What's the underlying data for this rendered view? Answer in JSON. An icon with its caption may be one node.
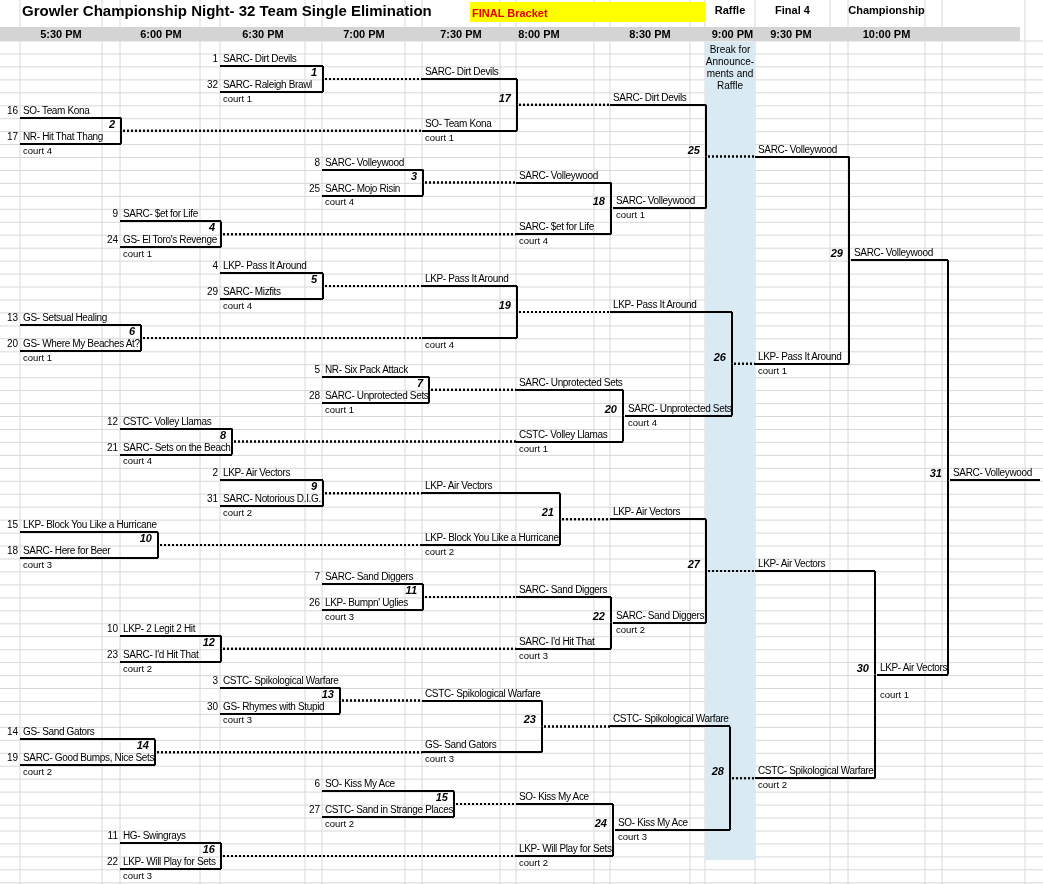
{
  "diagram": {
    "title": "Growler Championship Night- 32 Team Single Elimination",
    "nodes": [
      {
        "text": [
          "SARC- Dirt Devils"
        ],
        "beside": [
          "1"
        ]
      },
      {
        "text": [
          "SARC- Raleigh Brawl"
        ],
        "beside": [
          "32",
          "court 1"
        ]
      },
      {
        "text": [
          "SO- Team Kona"
        ],
        "beside": [
          "16"
        ]
      },
      {
        "text": [
          "NR- Hit That Thang"
        ],
        "beside": [
          "17",
          "court 4"
        ]
      },
      {
        "text": [
          "SARC- Volleywood"
        ],
        "beside": [
          "8"
        ]
      },
      {
        "text": [
          "SARC- Mojo Risin"
        ],
        "beside": [
          "25",
          "court 4"
        ]
      },
      {
        "text": [
          "SARC- $et for Life"
        ],
        "beside": [
          "9"
        ]
      },
      {
        "text": [
          "GS- El Toro's Revenge"
        ],
        "beside": [
          "24",
          "court 1"
        ]
      },
      {
        "text": [
          "LKP- Pass It Around"
        ],
        "beside": [
          "4"
        ]
      },
      {
        "text": [
          "SARC- Mizfits"
        ],
        "beside": [
          "29",
          "court 4"
        ]
      },
      {
        "text": [
          "GS- Setsual Healing"
        ],
        "beside": [
          "13"
        ]
      },
      {
        "text": [
          "GS- Where My Beaches At?"
        ],
        "beside": [
          "20",
          "court 1"
        ]
      },
      {
        "text": [
          "NR- Six Pack Attack"
        ],
        "beside": [
          "5"
        ]
      },
      {
        "text": [
          "SARC- Unprotected Sets"
        ],
        "beside": [
          "28",
          "court 1"
        ]
      },
      {
        "text": [
          "CSTC- Volley Llamas"
        ],
        "beside": [
          "12"
        ]
      },
      {
        "text": [
          "SARC- Sets on the Beach"
        ],
        "beside": [
          "21",
          "court 4"
        ]
      },
      {
        "text": [
          "LKP- Air Vectors"
        ],
        "beside": [
          "2"
        ]
      },
      {
        "text": [
          "SARC- Notorious D.I.G."
        ],
        "beside": [
          "31",
          "court 2"
        ]
      },
      {
        "text": [
          "LKP- Block You Like a Hurricane"
        ],
        "beside": [
          "15"
        ]
      },
      {
        "text": [
          "SARC- Here for Beer"
        ],
        "beside": [
          "18",
          "court 3"
        ]
      },
      {
        "text": [
          "SARC- Sand Diggers"
        ],
        "beside": [
          "7"
        ]
      },
      {
        "text": [
          "LKP- Bumpn' Uglies"
        ],
        "beside": [
          "26",
          "court 3"
        ]
      },
      {
        "text": [
          "LKP- 2 Legit 2 Hit"
        ],
        "beside": [
          "10"
        ]
      },
      {
        "text": [
          "SARC- I'd Hit That"
        ],
        "beside": [
          "23",
          "court 2"
        ]
      },
      {
        "text": [
          "CSTC- Spikological Warfare"
        ],
        "beside": [
          "3"
        ]
      },
      {
        "text": [
          "GS- Rhymes with Stupid"
        ],
        "beside": [
          "30",
          "court 3"
        ]
      },
      {
        "text": [
          "GS- Sand Gators"
        ],
        "beside": [
          "14"
        ]
      },
      {
        "text": [
          "SARC- Good Bumps, Nice Sets"
        ],
        "beside": [
          "19",
          "court 2"
        ]
      },
      {
        "text": [
          "SO- Kiss My Ace"
        ],
        "beside": [
          "6"
        ]
      },
      {
        "text": [
          "CSTC- Sand in Strange Places"
        ],
        "beside": [
          "27",
          "court 2"
        ]
      },
      {
        "text": [
          "HG- Swingrays"
        ],
        "beside": [
          "11"
        ]
      },
      {
        "text": [
          "LKP- Will Play for Sets"
        ],
        "beside": [
          "22",
          "court 3"
        ]
      },
      {
        "text": [
          "SARC- Dirt Devils"
        ]
      },
      {
        "text": [
          "SO- Team Kona"
        ],
        "beside": [
          "court 1"
        ]
      },
      {
        "text": [
          "SARC- Volleywood"
        ]
      },
      {
        "text": [
          "SARC- $et for Life"
        ],
        "beside": [
          "court 4"
        ]
      },
      {
        "text": [
          "LKP- Pass It Around"
        ]
      },
      {
        "text": [],
        "shape": "bar",
        "beside": [
          "court 4"
        ]
      },
      {
        "text": [
          "SARC- Unprotected Sets"
        ]
      },
      {
        "text": [
          "CSTC- Volley Llamas"
        ],
        "beside": [
          "court 1"
        ]
      },
      {
        "text": [
          "LKP- Air Vectors"
        ]
      },
      {
        "text": [
          "LKP- Block You Like a Hurricane"
        ],
        "beside": [
          "court 2"
        ]
      },
      {
        "text": [
          "SARC- Sand Diggers"
        ]
      },
      {
        "text": [
          "SARC- I'd Hit That"
        ],
        "beside": [
          "court 3"
        ]
      },
      {
        "text": [
          "CSTC- Spikological Warfare"
        ]
      },
      {
        "text": [
          "GS- Sand Gators"
        ],
        "beside": [
          "court 3"
        ]
      },
      {
        "text": [
          "SO- Kiss My Ace"
        ]
      },
      {
        "text": [
          "LKP- Will Play for Sets"
        ],
        "beside": [
          "court 2"
        ]
      },
      {
        "text": [
          "SARC- Dirt Devils"
        ]
      },
      {
        "text": [
          "SARC- Volleywood"
        ],
        "beside": [
          "court 1"
        ]
      },
      {
        "text": [
          "LKP- Pass It Around"
        ]
      },
      {
        "text": [
          "SARC- Unprotected Sets"
        ],
        "beside": [
          "court 4"
        ]
      },
      {
        "text": [
          "LKP- Air Vectors"
        ]
      },
      {
        "text": [
          "SARC- Sand Diggers"
        ],
        "beside": [
          "court 2"
        ]
      },
      {
        "text": [
          "CSTC- Spikological Warfare"
        ]
      },
      {
        "text": [
          "SO- Kiss My Ace"
        ],
        "beside": [
          "court 3"
        ]
      },
      {
        "text": [
          "SARC- Volleywood"
        ]
      },
      {
        "text": [
          "LKP- Pass It Around"
        ],
        "beside": [
          "court 1"
        ]
      },
      {
        "text": [
          "LKP- Air Vectors"
        ]
      },
      {
        "text": [
          "CSTC- Spikological Warfare"
        ],
        "beside": [
          "court 2"
        ]
      },
      {
        "text": [
          "SARC- Volleywood"
        ]
      },
      {
        "text": [
          "LKP- Air Vectors"
        ],
        "beside": [
          "court 1"
        ]
      },
      {
        "text": [
          "SARC- Volleywood"
        ]
      }
    ],
    "edges": [
      {
        "from": 0,
        "to": 32,
        "arrow": "none",
        "label": "1"
      },
      {
        "from": 1,
        "to": 32,
        "arrow": "none"
      },
      {
        "from": 2,
        "to": 33,
        "arrow": "none",
        "label": "2"
      },
      {
        "from": 3,
        "to": 33,
        "arrow": "none"
      },
      {
        "from": 4,
        "to": 34,
        "arrow": "none",
        "label": "3"
      },
      {
        "from": 5,
        "to": 34,
        "arrow": "none"
      },
      {
        "from": 6,
        "to": 35,
        "arrow": "none",
        "label": "4"
      },
      {
        "from": 7,
        "to": 35,
        "arrow": "none"
      },
      {
        "from": 8,
        "to": 36,
        "arrow": "none",
        "label": "5"
      },
      {
        "from": 9,
        "to": 36,
        "arrow": "none"
      },
      {
        "from": 10,
        "to": 37,
        "arrow": "none",
        "label": "6"
      },
      {
        "from": 11,
        "to": 37,
        "arrow": "none"
      },
      {
        "from": 12,
        "to": 38,
        "arrow": "none",
        "label": "7"
      },
      {
        "from": 13,
        "to": 38,
        "arrow": "none"
      },
      {
        "from": 14,
        "to": 39,
        "arrow": "none",
        "label": "8"
      },
      {
        "from": 15,
        "to": 39,
        "arrow": "none"
      },
      {
        "from": 16,
        "to": 40,
        "arrow": "none",
        "label": "9"
      },
      {
        "from": 17,
        "to": 40,
        "arrow": "none"
      },
      {
        "from": 18,
        "to": 41,
        "arrow": "none",
        "label": "10"
      },
      {
        "from": 19,
        "to": 41,
        "arrow": "none"
      },
      {
        "from": 20,
        "to": 42,
        "arrow": "none",
        "label": "11"
      },
      {
        "from": 21,
        "to": 42,
        "arrow": "none"
      },
      {
        "from": 22,
        "to": 43,
        "arrow": "none",
        "label": "12"
      },
      {
        "from": 23,
        "to": 43,
        "arrow": "none"
      },
      {
        "from": 24,
        "to": 44,
        "arrow": "none",
        "label": "13"
      },
      {
        "from": 25,
        "to": 44,
        "arrow": "none"
      },
      {
        "from": 26,
        "to": 45,
        "arrow": "none",
        "label": "14"
      },
      {
        "from": 27,
        "to": 45,
        "arrow": "none"
      },
      {
        "from": 28,
        "to": 46,
        "arrow": "none",
        "label": "15"
      },
      {
        "from": 29,
        "to": 46,
        "arrow": "none"
      },
      {
        "from": 30,
        "to": 47,
        "arrow": "none",
        "label": "16"
      },
      {
        "from": 31,
        "to": 47,
        "arrow": "none"
      },
      {
        "from": 32,
        "to": 48,
        "arrow": "none",
        "label": "17"
      },
      {
        "from": 33,
        "to": 48,
        "arrow": "none"
      },
      {
        "from": 34,
        "to": 49,
        "arrow": "none",
        "label": "18"
      },
      {
        "from": 35,
        "to": 49,
        "arrow": "none"
      },
      {
        "from": 36,
        "to": 50,
        "arrow": "none",
        "label": "19"
      },
      {
        "from": 37,
        "to": 50,
        "arrow": "none"
      },
      {
        "from": 38,
        "to": 51,
        "arrow": "none",
        "label": "20"
      },
      {
        "from": 39,
        "to": 51,
        "arrow": "none"
      },
      {
        "from": 40,
        "to": 52,
        "arrow": "none",
        "label": "21"
      },
      {
        "from": 41,
        "to": 52,
        "arrow": "none"
      },
      {
        "from": 42,
        "to": 53,
        "arrow": "none",
        "label": "22"
      },
      {
        "from": 43,
        "to": 53,
        "arrow": "none"
      },
      {
        "from": 44,
        "to": 54,
        "arrow": "none",
        "label": "23"
      },
      {
        "from": 45,
        "to": 54,
        "arrow": "none"
      },
      {
        "from": 46,
        "to": 55,
        "arrow": "none",
        "label": "24"
      },
      {
        "from": 47,
        "to": 55,
        "arrow": "none"
      },
      {
        "from": 48,
        "to": 56,
        "arrow": "none",
        "label": "25"
      },
      {
        "from": 49,
        "to": 56,
        "arrow": "none"
      },
      {
        "from": 50,
        "to": 57,
        "arrow": "none",
        "label": "26"
      },
      {
        "from": 51,
        "to": 57,
        "arrow": "none"
      },
      {
        "from": 52,
        "to": 58,
        "arrow": "none",
        "label": "27"
      },
      {
        "from": 53,
        "to": 58,
        "arrow": "none"
      },
      {
        "from": 54,
        "to": 59,
        "arrow": "none",
        "label": "28"
      },
      {
        "from": 55,
        "to": 59,
        "arrow": "none"
      },
      {
        "from": 56,
        "to": 60,
        "arrow": "none",
        "label": "29"
      },
      {
        "from": 57,
        "to": 60,
        "arrow": "none"
      },
      {
        "from": 58,
        "to": 61,
        "arrow": "none",
        "label": "30"
      },
      {
        "from": 59,
        "to": 61,
        "arrow": "none"
      },
      {
        "from": 60,
        "to": 62,
        "arrow": "none",
        "label": "31"
      },
      {
        "from": 61,
        "to": 62,
        "arrow": "none"
      }
    ],
    "labels": [
      "FINAL Bracket",
      "Raffle",
      "Final 4",
      "Championship",
      "5:30 PM",
      "6:00 PM",
      "6:30 PM",
      "7:00 PM",
      "7:30 PM",
      "8:00 PM",
      "8:30 PM",
      "9:00 PM",
      "9:30 PM",
      "10:00 PM",
      "Break for Announce-ments and Raffle"
    ]
  }
}
